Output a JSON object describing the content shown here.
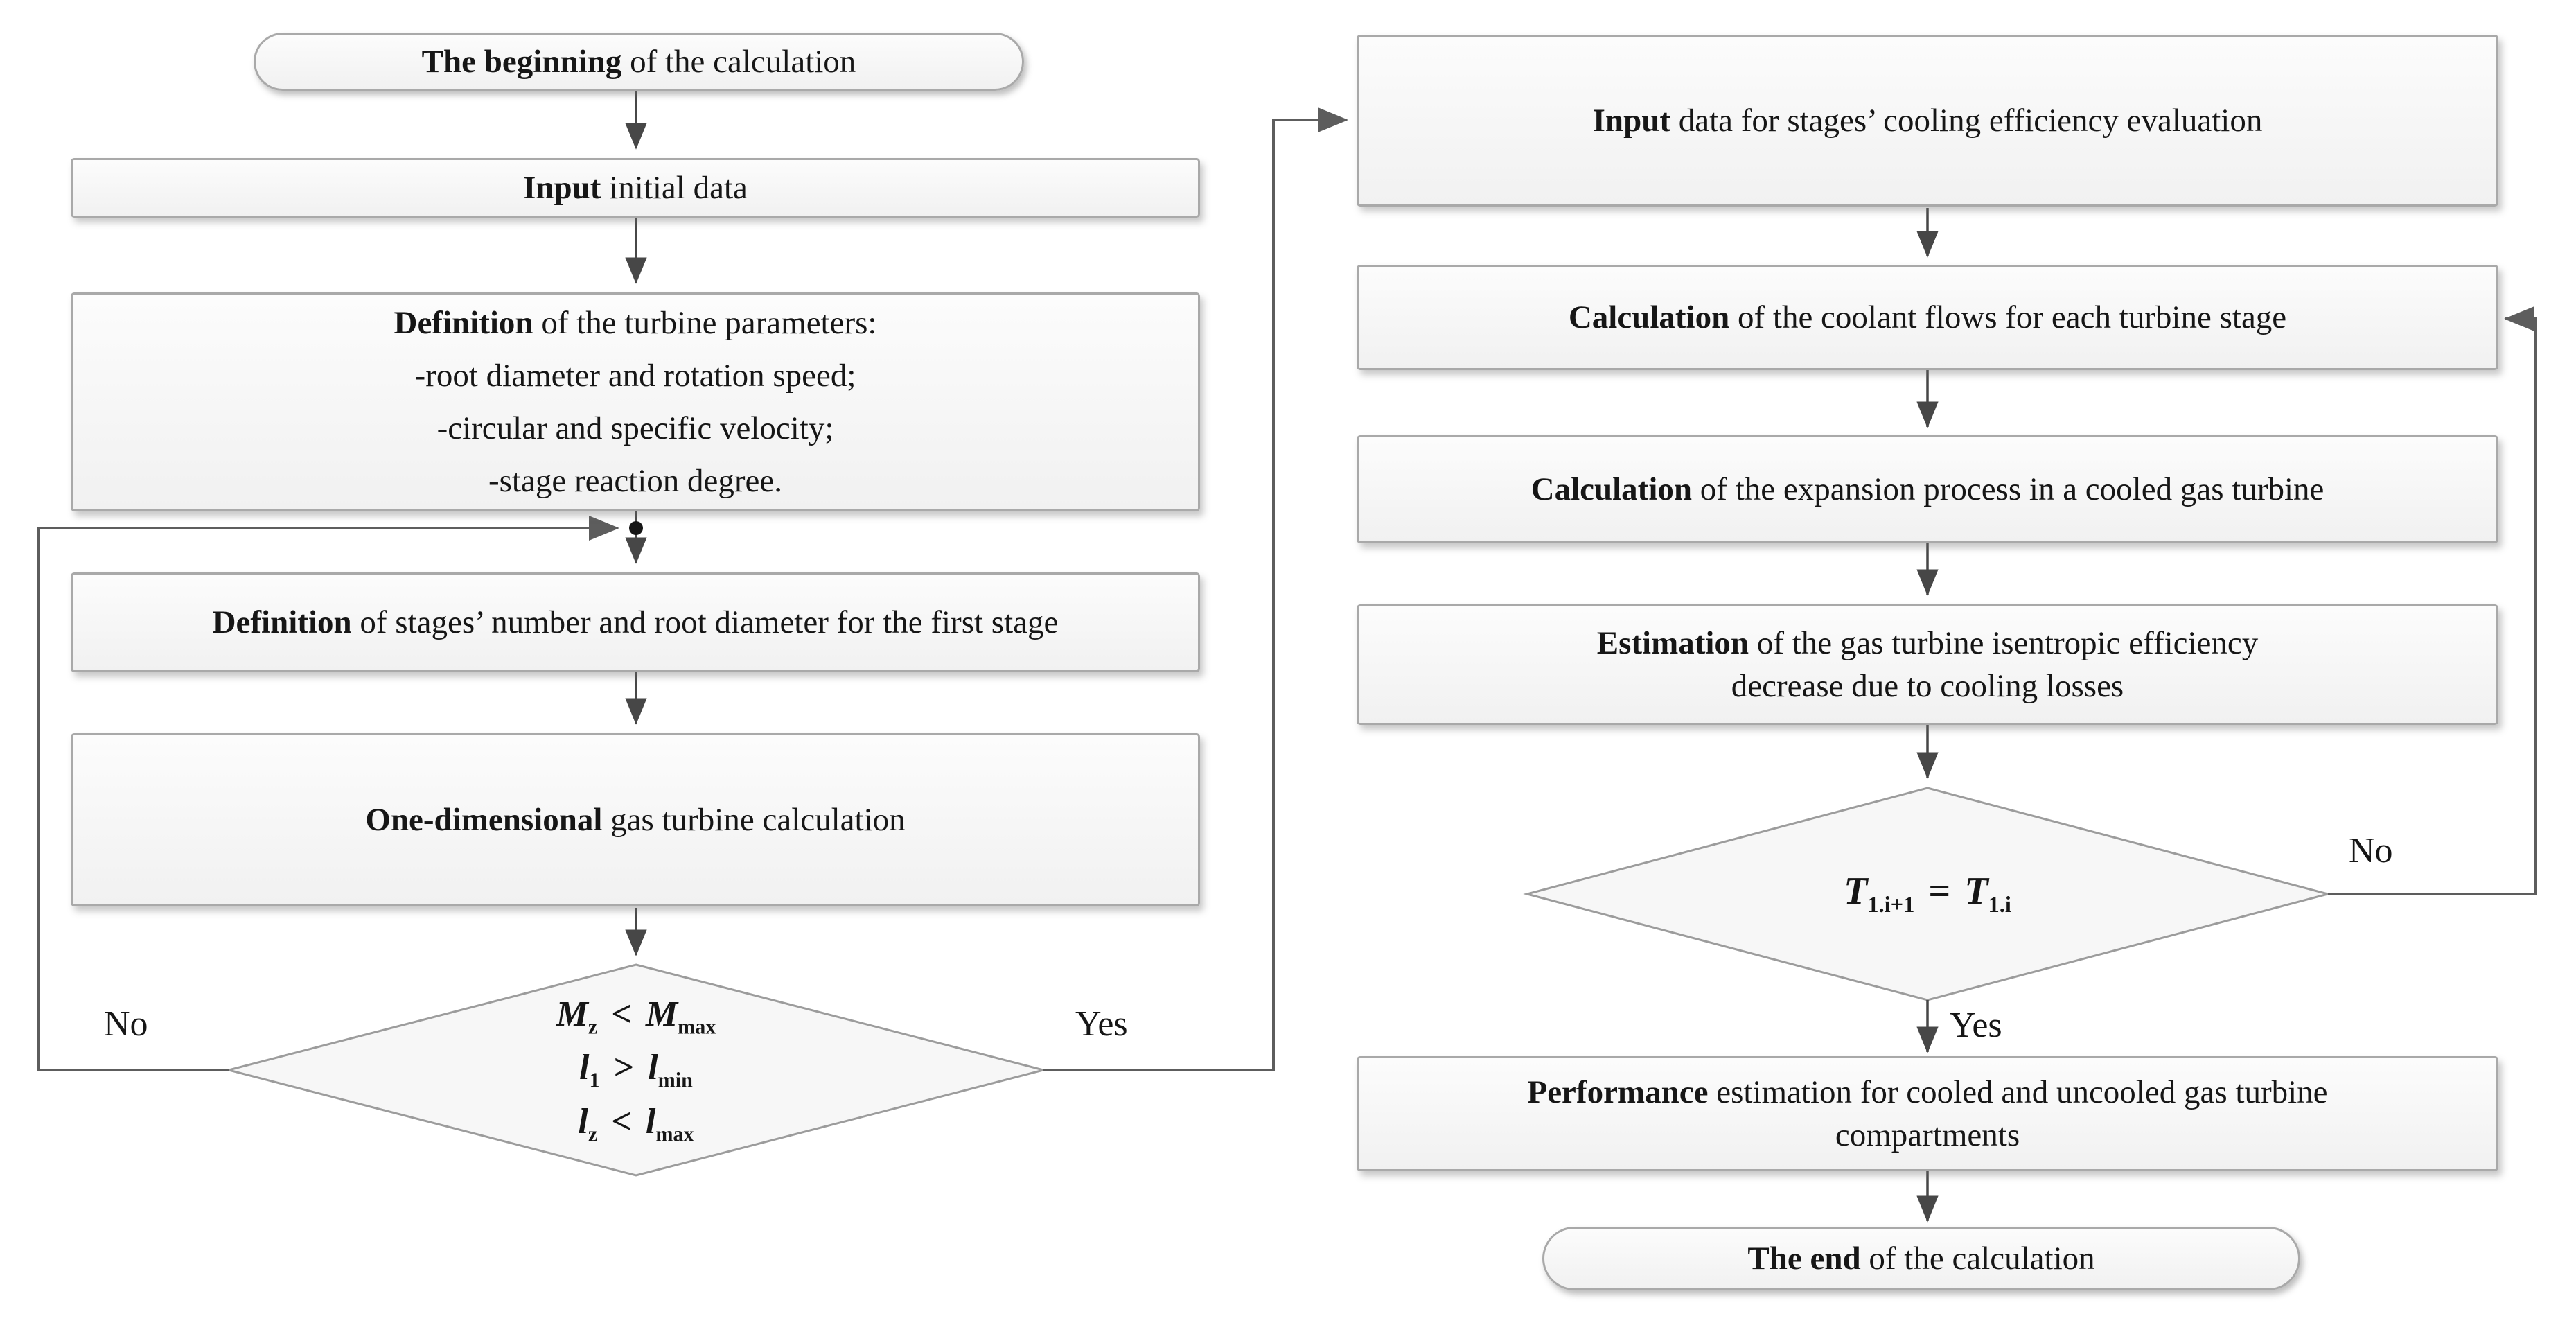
{
  "palette": {
    "background": "#ffffff",
    "node_fill_top": "#fcfcfc",
    "node_fill_bottom": "#f1f1f1",
    "node_border": "#a9a9a9",
    "diamond_fill": "#f7f7f7",
    "diamond_border": "#9c9c9c",
    "connector": "#474747",
    "loop_connector": "#5d5d5d",
    "text": "#161616"
  },
  "labels": {
    "no_left": "No",
    "yes_left": "Yes",
    "no_right": "No",
    "yes_right": "Yes"
  },
  "left_column": {
    "start": {
      "lead": "The beginning",
      "rest": " of the calculation"
    },
    "input": {
      "lead": "Input",
      "rest": " initial data"
    },
    "parameters": {
      "lead": "Definition",
      "rest": " of the turbine parameters:",
      "items": [
        "-root diameter and rotation speed;",
        "-circular and specific velocity;",
        "-stage reaction degree."
      ]
    },
    "stages": {
      "lead": "Definition",
      "rest": " of stages’ number and root diameter for the first stage"
    },
    "one_dimensional": {
      "lead": "One-dimensional",
      "rest": " gas turbine calculation"
    },
    "decision": {
      "rows": [
        {
          "a": "M",
          "a_sub": "z",
          "op": "<",
          "b": "M",
          "b_sub": "max"
        },
        {
          "a": "l",
          "a_sub": "1",
          "op": ">",
          "b": "l",
          "b_sub": "min"
        },
        {
          "a": "l",
          "a_sub": "z",
          "op": "<",
          "b": "l",
          "b_sub": "max"
        }
      ]
    }
  },
  "right_column": {
    "input_cooling": {
      "lead": "Input",
      "rest": " data for stages’ cooling efficiency evaluation"
    },
    "coolant_flows": {
      "lead": "Calculation",
      "rest": " of the coolant flows for each turbine stage"
    },
    "expansion": {
      "lead": "Calculation",
      "rest": " of the expansion process in a cooled gas turbine"
    },
    "estimation": {
      "lead": "Estimation",
      "rest": " of the gas turbine isentropic efficiency",
      "line2": "decrease due to cooling losses"
    },
    "decision": {
      "a": "T",
      "a_sub": "1.i+1",
      "op": "=",
      "b": "T",
      "b_sub": "1.i"
    },
    "performance": {
      "lead": "Performance",
      "rest": " estimation for cooled and uncooled gas turbine",
      "line2": "compartments"
    },
    "end": {
      "lead": "The end",
      "rest": " of the calculation"
    }
  }
}
